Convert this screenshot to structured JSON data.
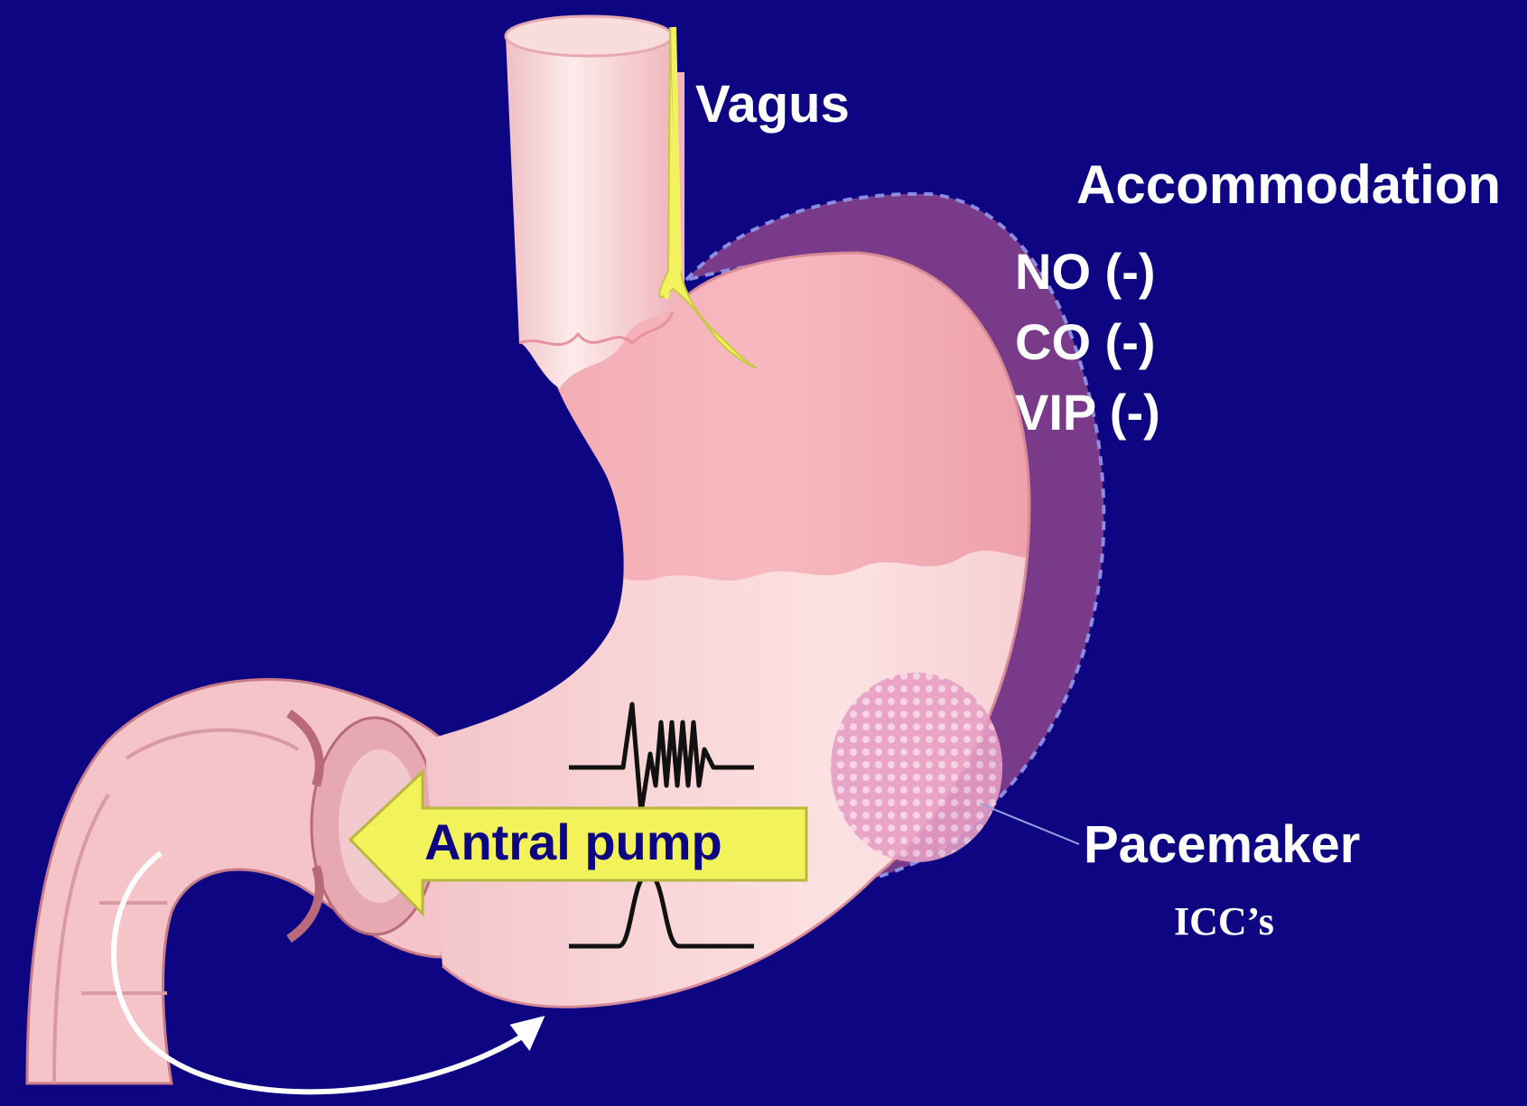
{
  "labels": {
    "vagus": "Vagus",
    "accommodation": "Accommodation",
    "mediators": [
      "NO (-)",
      "CO (-)",
      "VIP (-)"
    ],
    "antral_pump": "Antral pump",
    "pacemaker": "Pacemaker",
    "iccs": "ICC’s"
  },
  "colors": {
    "background": "#0d0582",
    "stomach_light": "#fbd8d8",
    "stomach_mid": "#f7b5b9",
    "stomach_dark": "#e58b96",
    "accommodation_zone": "#7a3a8a",
    "nerve": "#f2f260",
    "arrow_fill": "#f2f25a",
    "label_text": "#ffffff",
    "arrow_text": "#0d0582"
  },
  "icons": {
    "vagus_nerve": "nerve-icon",
    "antral_arrow": "arrow-left-icon",
    "spike_waveform": "spike-waveform-icon",
    "slow_wave": "slow-wave-icon",
    "pacemaker_zone": "dotted-patch-icon",
    "emptying_arrow": "curved-arrow-icon"
  }
}
